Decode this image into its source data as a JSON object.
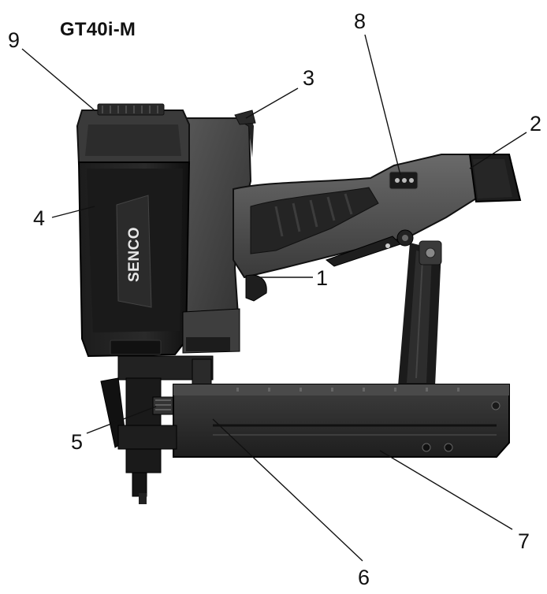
{
  "model": "GT40i-M",
  "brand": "SENCO",
  "callouts": [
    {
      "label": "1"
    },
    {
      "label": "2"
    },
    {
      "label": "3"
    },
    {
      "label": "4"
    },
    {
      "label": "5"
    },
    {
      "label": "6"
    },
    {
      "label": "7"
    },
    {
      "label": "8"
    },
    {
      "label": "9"
    }
  ]
}
